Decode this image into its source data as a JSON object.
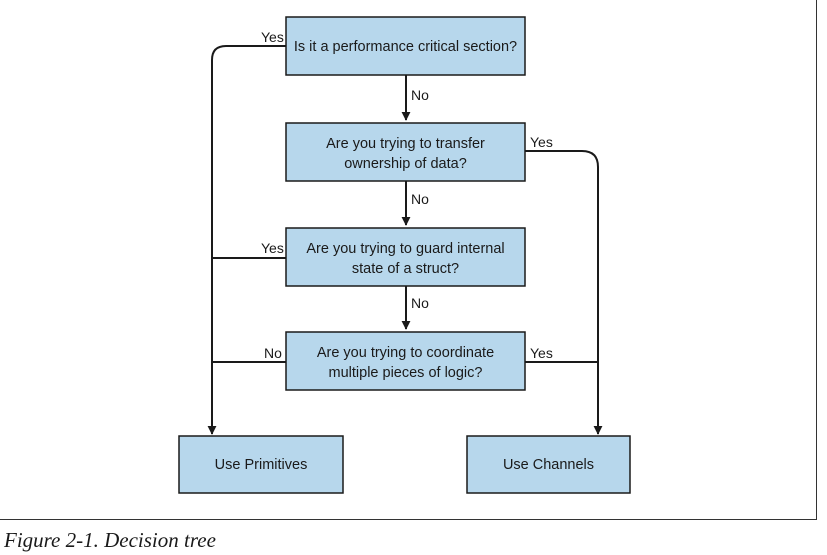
{
  "diagram": {
    "q1": "Is it a performance critical section?",
    "q2": {
      "line1": "Are you trying to transfer",
      "line2": "ownership of data?"
    },
    "q3": {
      "line1": "Are you trying to guard internal",
      "line2": "state of a struct?"
    },
    "q4": {
      "line1": "Are you trying to coordinate",
      "line2": "multiple pieces of logic?"
    },
    "result_left": "Use Primitives",
    "result_right": "Use Channels",
    "edges": {
      "q1_yes": "Yes",
      "q1_no": "No",
      "q2_yes": "Yes",
      "q2_no": "No",
      "q3_yes": "Yes",
      "q3_no": "No",
      "q4_no": "No",
      "q4_yes": "Yes"
    },
    "colors": {
      "box_fill": "#b7d7ec",
      "box_stroke": "#1a1a1a",
      "line": "#1a1a1a"
    }
  },
  "caption": "Figure 2-1. Decision tree"
}
